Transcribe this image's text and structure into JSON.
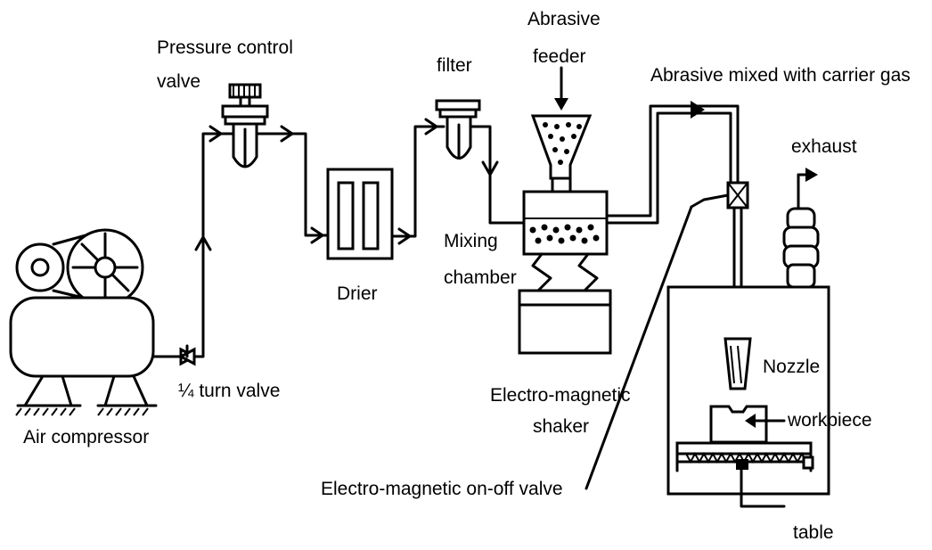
{
  "labels": {
    "pressure_control_line1": "Pressure control",
    "pressure_control_line2": "valve",
    "filter": "filter",
    "abrasive_feeder_line1": "Abrasive",
    "abrasive_feeder_line2": "feeder",
    "abrasive_mixed": "Abrasive mixed with carrier gas",
    "exhaust": "exhaust",
    "drier": "Drier",
    "mixing_chamber_line1": "Mixing",
    "mixing_chamber_line2": "chamber",
    "quarter_turn_valve": "¼ turn valve",
    "air_compressor": "Air compressor",
    "nozzle": "Nozzle",
    "shaker_line1": "Electro-magnetic",
    "shaker_line2": "shaker",
    "workpiece": "workpiece",
    "on_off_valve": "Electro-magnetic on-off valve",
    "table": "table"
  }
}
